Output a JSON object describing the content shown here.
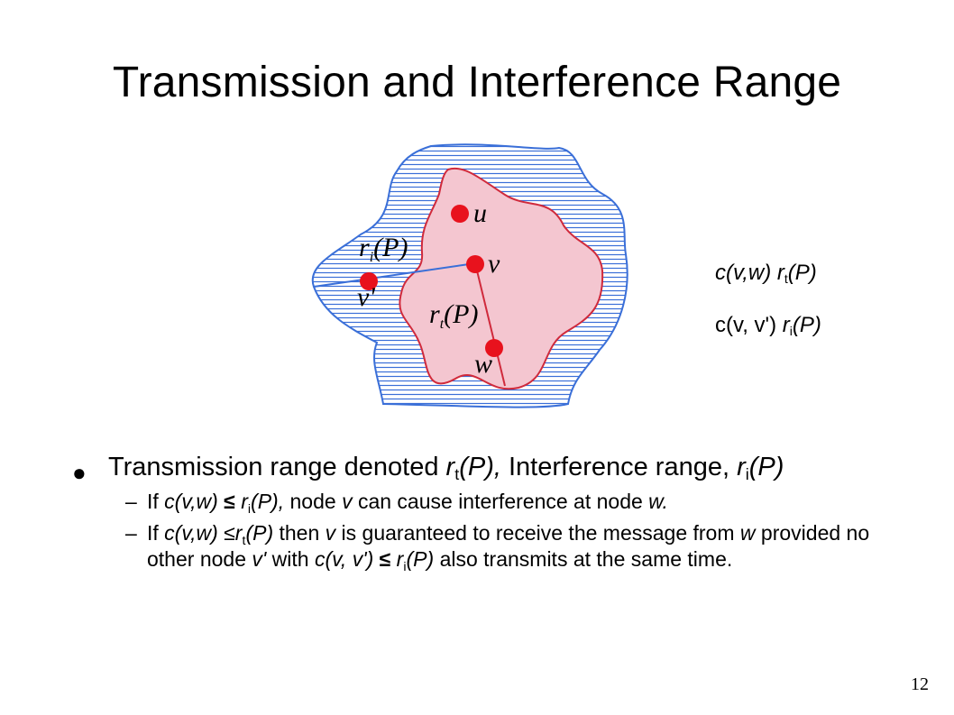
{
  "slide": {
    "title": "Transmission and Interference Range",
    "page_number": "12"
  },
  "diagram": {
    "nodes": {
      "u": "u",
      "v": "v",
      "v_prime": "v'",
      "w": "w"
    },
    "range_labels": {
      "interference": {
        "r": "r",
        "sub": "i",
        "arg": "(P)"
      },
      "transmission": {
        "r": "r",
        "sub": "t",
        "arg": "(P)"
      }
    },
    "colors": {
      "interference_region": "#3a6fd8",
      "transmission_region": "#d02a3c",
      "transmission_fill": "#f4c6d0",
      "node": "#e8121d"
    }
  },
  "side_formulas": [
    {
      "lhs": "c(v,w) ",
      "symbol": "",
      "r": "r",
      "sub": "t",
      "arg": "(P)"
    },
    {
      "lhs": "c(v, v') ",
      "symbol": "",
      "r": "r",
      "sub": "i",
      "arg": "(P)"
    }
  ],
  "body": {
    "bullet": {
      "p1": "Transmission range denoted ",
      "r1": "r",
      "s1": "t",
      "a1": "(P),",
      "p2": " Interference range, ",
      "r2": "r",
      "s2": "i",
      "a2": "(P)"
    },
    "sub1": {
      "dash": "–",
      "p1": "If ",
      "c1": "c",
      "a1": "(v,w)",
      "le": " ≤ ",
      "r": "r",
      "s": "i",
      "a2": "(P),",
      "p2": " node ",
      "v": "v",
      "p3": "  can cause interference at node ",
      "w": "w."
    },
    "sub2": {
      "dash": "–",
      "p1": "If ",
      "c1": "c(v,w) ≤r",
      "s1": "t",
      "a1": "(P)",
      "p2": " then ",
      "v": "v",
      "p3": " is guaranteed to receive the message from ",
      "w": "w",
      "p4": " provided  no other node ",
      "vp": "v'",
      "p5": " with ",
      "c2": "c(v, v')",
      "le": " ≤ ",
      "r2": "r",
      "s2": "i",
      "a2": "(P)",
      "p6": " also transmits at the same time."
    }
  }
}
